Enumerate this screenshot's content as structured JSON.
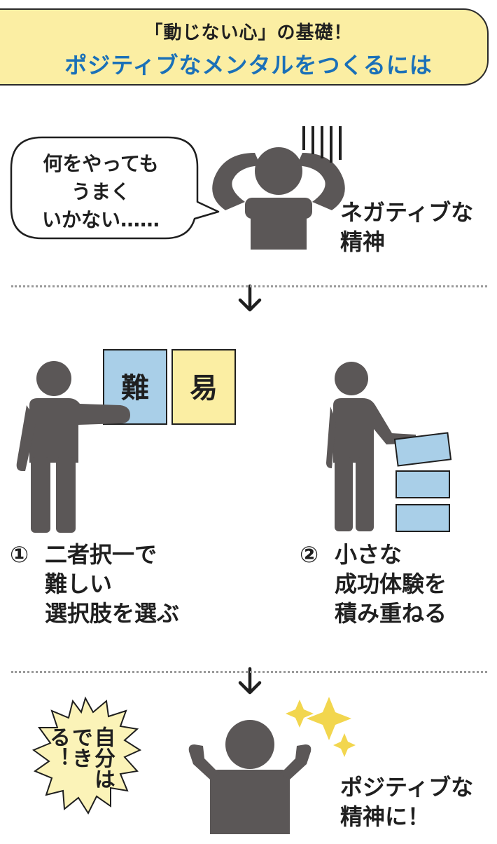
{
  "header": {
    "subtitle": "「動じない心」の基礎！",
    "title": "ポジティブなメンタルをつくるには"
  },
  "negative": {
    "bubble_lines": [
      "何をやっても",
      "うまく",
      "いかない……"
    ],
    "label_lines": [
      "ネガティブな",
      "精神"
    ]
  },
  "steps": [
    {
      "number": "①",
      "lines": [
        "二者択一で",
        "難しい",
        "選択肢を選ぶ"
      ]
    },
    {
      "number": "②",
      "lines": [
        "小さな",
        "成功体験を",
        "積み重ねる"
      ]
    }
  ],
  "cards": {
    "hard": "難",
    "easy": "易"
  },
  "positive": {
    "burst_text": "自分はできる！",
    "label_lines": [
      "ポジティブな",
      "精神に！"
    ]
  },
  "colors": {
    "banner_fill": "#fbeea3",
    "title_blue": "#1a70b8",
    "figure_gray": "#5b5757",
    "card_blue": "#a9cfe8",
    "card_yellow": "#fbeea3",
    "burst_fill": "#fbf3b8",
    "sparkle": "#f2d64e"
  },
  "icons": [
    "down-arrow-icon",
    "despair-figure-icon",
    "pointing-figure-icon",
    "stacking-figure-icon",
    "cheering-figure-icon",
    "sparkle-icon"
  ]
}
